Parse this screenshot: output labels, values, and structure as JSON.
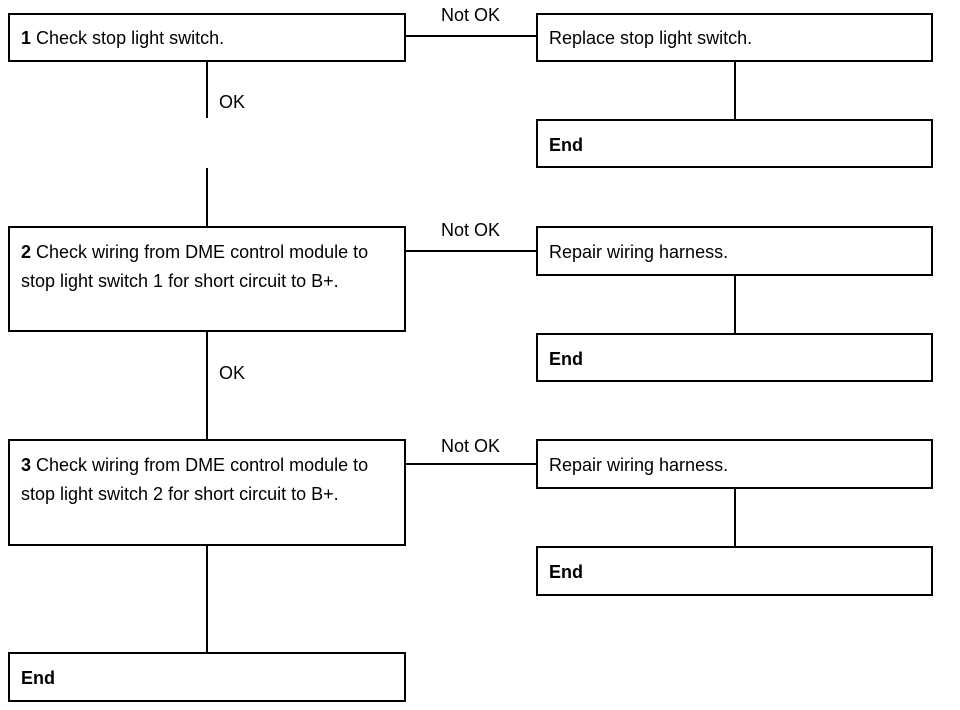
{
  "steps": [
    {
      "number": "1",
      "text": "Check stop light switch.",
      "fail_action": "Replace stop light switch.",
      "fail_end": "End"
    },
    {
      "number": "2",
      "text": "Check wiring from DME control module to stop light switch 1 for short circuit to B+.",
      "fail_action": "Repair wiring harness.",
      "fail_end": "End"
    },
    {
      "number": "3",
      "text": "Check wiring from DME control module to stop light switch 2 for short circuit to B+.",
      "fail_action": "Repair wiring harness.",
      "fail_end": "End"
    }
  ],
  "labels": {
    "ok": "OK",
    "not_ok": "Not OK"
  },
  "final_end": "End"
}
